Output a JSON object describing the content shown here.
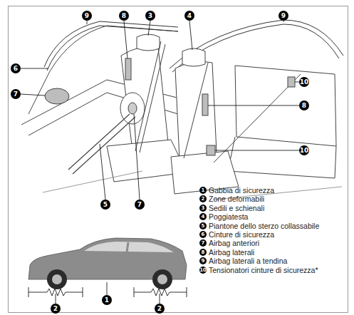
{
  "diagram": {
    "labels": [
      "9",
      "8",
      "3",
      "4",
      "9",
      "6",
      "10",
      "7",
      "8",
      "10",
      "5",
      "7",
      "1",
      "Gabbia di sicurezza",
      "2",
      "Zone deformabili",
      "3",
      "Sedili e schienali",
      "4",
      "Poggiatesta",
      "5",
      "Piantone dello sterzo collassabile",
      "6",
      "Cinture di sicurezza",
      "7",
      "Airbag anteriori",
      "8",
      "Airbag laterali",
      "9",
      "Airbag laterali a tendina",
      "10",
      "Tensionatori cinture di sicurezza*",
      "2",
      "2",
      "1"
    ]
  }
}
